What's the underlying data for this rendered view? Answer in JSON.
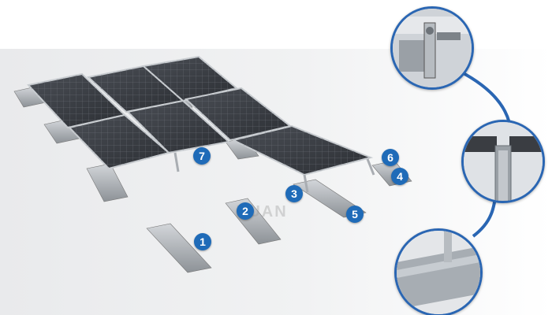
{
  "watermark": "YUAN",
  "callouts": [
    {
      "number": "1"
    },
    {
      "number": "2"
    },
    {
      "number": "3"
    },
    {
      "number": "4"
    },
    {
      "number": "5"
    },
    {
      "number": "6"
    },
    {
      "number": "7"
    }
  ],
  "detail_views": [
    "clamp-detail",
    "rail-connection-detail",
    "ballast-tray-detail"
  ],
  "colors": {
    "accent": "#1f6bb8",
    "connector": "#2a66b3",
    "panel": "#3a3d42",
    "frame": "#c8ccd0"
  }
}
